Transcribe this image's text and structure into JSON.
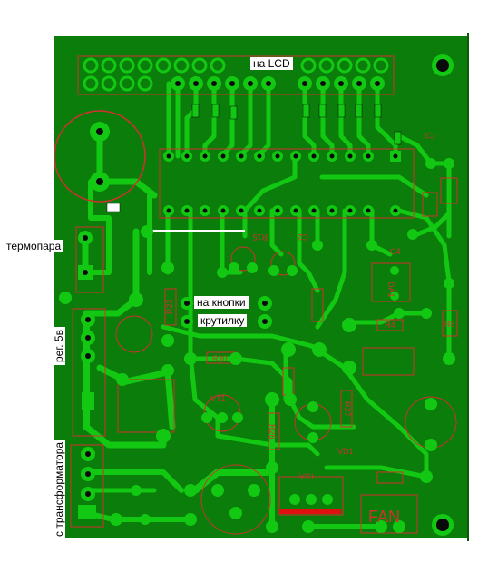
{
  "colors": {
    "board": "#0a7d0a",
    "copper": "#12c812",
    "silkscreen": "#d13030",
    "hole": "#0a0a0a",
    "highlight": "#e01010",
    "wire": "#ffffff"
  },
  "labels": {
    "lcd": "на LCD",
    "thermocouple": "термопара",
    "buttons": "на кнопки",
    "knob": "крутилку",
    "reg5v": "рег. 5в",
    "transformer": "с трансформатора"
  },
  "components": {
    "r15": "R15",
    "c2": "C2",
    "c3": "C3",
    "c4": "C4",
    "da1": "DA1",
    "r22": "R22",
    "r30": "R30",
    "r4": "R4",
    "r8": "R8",
    "r26": "R26",
    "r27": "R27",
    "vd1": "VD1",
    "vs1": "VS1",
    "vt1": "VT1",
    "fan": "FAN"
  }
}
